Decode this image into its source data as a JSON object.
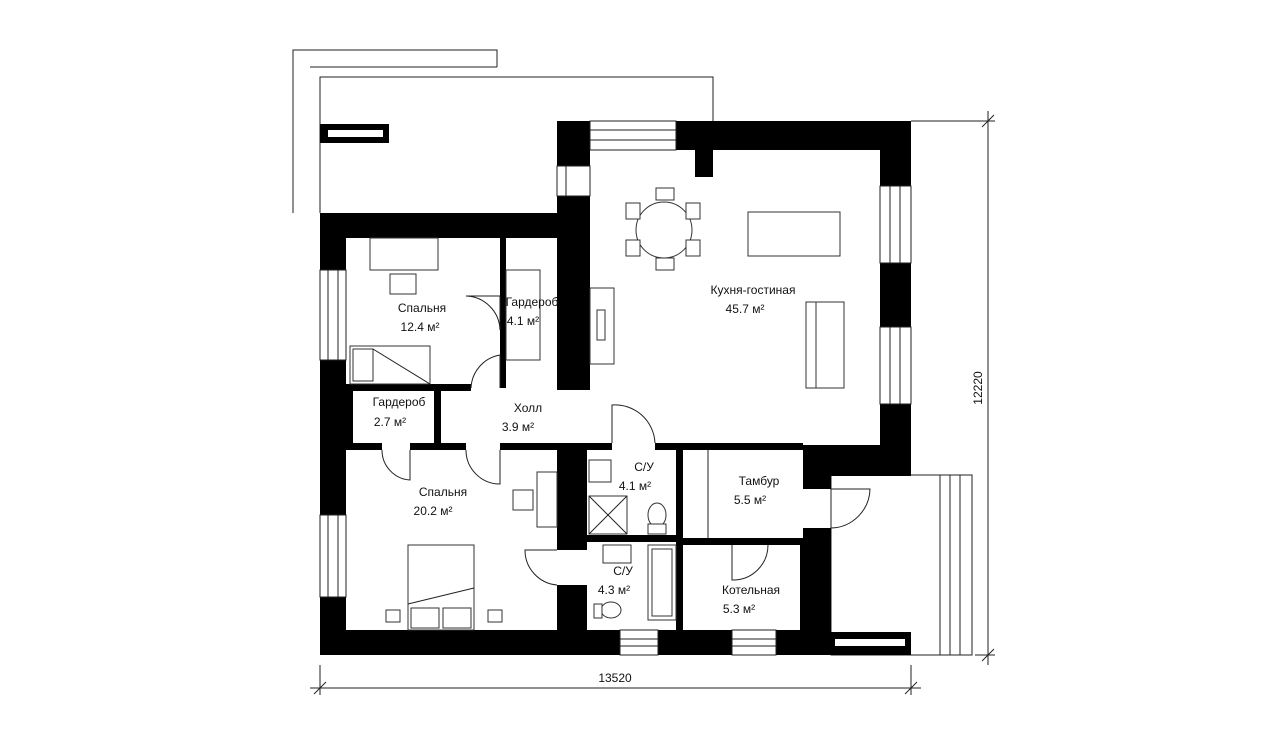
{
  "rooms": {
    "bedroom_small": {
      "name": "Спальня",
      "area": "12.4 м²"
    },
    "wardrobe_top": {
      "name": "Гардероб",
      "area": "4.1 м²"
    },
    "kitchen_living": {
      "name": "Кухня-гостиная",
      "area": "45.7 м²"
    },
    "wardrobe_small": {
      "name": "Гардероб",
      "area": "2.7 м²"
    },
    "hall": {
      "name": "Холл",
      "area": "3.9 м²"
    },
    "bathroom_top": {
      "name": "С/У",
      "area": "4.1 м²"
    },
    "vestibule": {
      "name": "Тамбур",
      "area": "5.5 м²"
    },
    "bedroom_large": {
      "name": "Спальня",
      "area": "20.2 м²"
    },
    "bathroom_bottom": {
      "name": "С/У",
      "area": "4.3 м²"
    },
    "boiler_room": {
      "name": "Котельная",
      "area": "5.3 м²"
    }
  },
  "dimensions": {
    "width": "13520",
    "height": "12220"
  }
}
